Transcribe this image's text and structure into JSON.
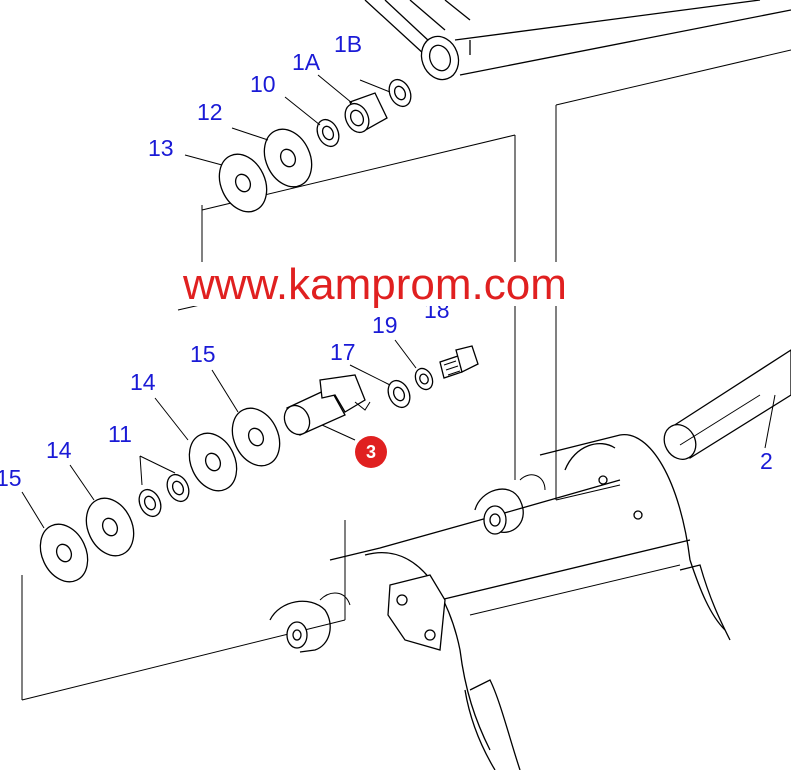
{
  "watermark": "www.kamprom.com",
  "colors": {
    "callout": "#1a1ad6",
    "watermark": "#e02020",
    "badge": "#e02020",
    "line": "#000000"
  },
  "callouts": {
    "c1B": "1B",
    "c1A": "1A",
    "c10": "10",
    "c12": "12",
    "c13": "13",
    "c19": "19",
    "c18": "18",
    "c17": "17",
    "c15a": "15",
    "c14a": "14",
    "c11": "11",
    "c14b": "14",
    "c15b": "15",
    "c2": "2"
  },
  "highlight": {
    "label": "3"
  }
}
